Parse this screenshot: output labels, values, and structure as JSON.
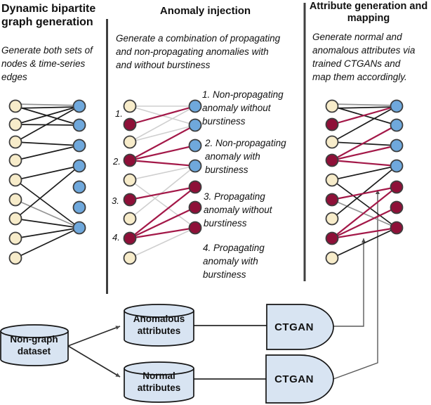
{
  "colors": {
    "node_yellow": "#f7ecca",
    "node_blue": "#6fa8dc",
    "node_maroon": "#8e1038",
    "node_stroke": "#3d3d3d",
    "edge_black": "#1c1c1c",
    "edge_gray_dark": "#949494",
    "edge_gray_light": "#cfcfcf",
    "edge_red": "#a31848",
    "shape_fill": "#d8e4f2",
    "shape_stroke": "#151515",
    "divider": "#3f3f3f",
    "connector": "#4a4a4a"
  },
  "titles": {
    "left": {
      "lines": [
        "Dynamic bipartite",
        "graph generation"
      ]
    },
    "middle": "Anomaly injection",
    "right": {
      "lines": [
        "Attribute generation and",
        "mapping"
      ]
    }
  },
  "subtitles": {
    "left": {
      "lines": [
        "Generate both sets of",
        "nodes & time-series",
        "edges"
      ]
    },
    "middle": {
      "lines": [
        "Generate a combination of propagating",
        "and non-propagating anomalies with",
        "and without burstiness"
      ]
    },
    "right": {
      "lines": [
        "Generate normal and",
        "anomalous attributes via",
        "trained CTGANs and",
        "map them accordingly."
      ]
    }
  },
  "annotations": [
    {
      "lines": [
        "1.  Non-propagating",
        "anomaly without",
        "burstiness"
      ]
    },
    {
      "lines": [
        "2. Non-propagating",
        "anomaly with",
        "burstiness"
      ]
    },
    {
      "lines": [
        "3. Propagating",
        "anomaly without",
        "burstiness"
      ]
    },
    {
      "lines": [
        "4. Propagating",
        "anomaly with",
        "burstiness"
      ]
    }
  ],
  "node_numbers": [
    "1.",
    "2.",
    "3.",
    "4."
  ],
  "flow": {
    "nongraph": {
      "lines": [
        "Non-graph",
        "dataset"
      ]
    },
    "anomalous": {
      "lines": [
        "Anomalous",
        "attributes"
      ]
    },
    "normal": {
      "lines": [
        "Normal",
        "attributes"
      ]
    },
    "ctgan_top": "CTGAN",
    "ctgan_bottom": "CTGAN"
  },
  "graphs": {
    "left": {
      "left_nodes": [
        "yellow",
        "yellow",
        "yellow",
        "yellow",
        "yellow",
        "yellow",
        "yellow",
        "yellow",
        "yellow"
      ],
      "right_nodes": [
        "blue",
        "blue",
        "blue",
        "blue",
        "blue",
        "blue",
        "blue"
      ],
      "edges": [
        {
          "l": 0,
          "r": 0,
          "c": "gray_dark",
          "d1": -3,
          "d2": -1
        },
        {
          "l": 0,
          "r": 0,
          "c": "black",
          "d1": 3,
          "d2": 1
        },
        {
          "l": 0,
          "r": 1,
          "c": "black"
        },
        {
          "l": 1,
          "r": 0,
          "c": "black"
        },
        {
          "l": 1,
          "r": 1,
          "c": "black"
        },
        {
          "l": 2,
          "r": 0,
          "c": "black"
        },
        {
          "l": 2,
          "r": 2,
          "c": "black"
        },
        {
          "l": 3,
          "r": 2,
          "c": "black"
        },
        {
          "l": 4,
          "r": 3,
          "c": "black"
        },
        {
          "l": 4,
          "r": 6,
          "c": "black"
        },
        {
          "l": 5,
          "r": 6,
          "c": "gray_dark"
        },
        {
          "l": 6,
          "r": 3,
          "c": "black"
        },
        {
          "l": 6,
          "r": 6,
          "c": "black"
        },
        {
          "l": 7,
          "r": 6,
          "c": "black"
        },
        {
          "l": 8,
          "r": 6,
          "c": "black"
        }
      ]
    },
    "middle": {
      "left_nodes": [
        "yellow",
        "maroon",
        "yellow",
        "maroon",
        "yellow",
        "maroon",
        "yellow",
        "maroon",
        "yellow"
      ],
      "right_nodes": [
        "blue",
        "blue",
        "blue",
        "blue",
        "maroon",
        "maroon",
        "maroon"
      ],
      "edges": [
        {
          "l": 0,
          "r": 0,
          "c": "gray_light"
        },
        {
          "l": 0,
          "r": 1,
          "c": "gray_light"
        },
        {
          "l": 2,
          "r": 0,
          "c": "gray_light"
        },
        {
          "l": 2,
          "r": 1,
          "c": "gray_light"
        },
        {
          "l": 4,
          "r": 3,
          "c": "gray_light"
        },
        {
          "l": 4,
          "r": 6,
          "c": "gray_light"
        },
        {
          "l": 6,
          "r": 3,
          "c": "gray_light"
        },
        {
          "l": 8,
          "r": 6,
          "c": "gray_light"
        },
        {
          "l": 1,
          "r": 0,
          "c": "red"
        },
        {
          "l": 3,
          "r": 1,
          "c": "red"
        },
        {
          "l": 3,
          "r": 2,
          "c": "red"
        },
        {
          "l": 3,
          "r": 3,
          "c": "red"
        },
        {
          "l": 5,
          "r": 4,
          "c": "red"
        },
        {
          "l": 7,
          "r": 4,
          "c": "red"
        },
        {
          "l": 7,
          "r": 5,
          "c": "red"
        },
        {
          "l": 7,
          "r": 6,
          "c": "red"
        }
      ]
    },
    "right": {
      "left_nodes": [
        "yellow",
        "maroon",
        "yellow",
        "maroon",
        "yellow",
        "maroon",
        "yellow",
        "maroon",
        "yellow"
      ],
      "right_nodes": [
        "blue",
        "blue",
        "blue",
        "blue",
        "maroon",
        "maroon",
        "maroon"
      ],
      "edges": [
        {
          "l": 0,
          "r": 0,
          "c": "gray_dark",
          "d1": -3,
          "d2": -1
        },
        {
          "l": 0,
          "r": 0,
          "c": "black",
          "d1": 3,
          "d2": 1
        },
        {
          "l": 0,
          "r": 1,
          "c": "black"
        },
        {
          "l": 2,
          "r": 0,
          "c": "black"
        },
        {
          "l": 2,
          "r": 2,
          "c": "black"
        },
        {
          "l": 4,
          "r": 3,
          "c": "black"
        },
        {
          "l": 4,
          "r": 6,
          "c": "black"
        },
        {
          "l": 5,
          "r": 6,
          "c": "gray_dark"
        },
        {
          "l": 6,
          "r": 3,
          "c": "black"
        },
        {
          "l": 8,
          "r": 6,
          "c": "black"
        },
        {
          "l": 1,
          "r": 0,
          "c": "red"
        },
        {
          "l": 3,
          "r": 1,
          "c": "red"
        },
        {
          "l": 3,
          "r": 2,
          "c": "red"
        },
        {
          "l": 3,
          "r": 3,
          "c": "red"
        },
        {
          "l": 5,
          "r": 4,
          "c": "red"
        },
        {
          "l": 7,
          "r": 4,
          "c": "red"
        },
        {
          "l": 7,
          "r": 5,
          "c": "red"
        },
        {
          "l": 7,
          "r": 6,
          "c": "red"
        }
      ]
    }
  }
}
